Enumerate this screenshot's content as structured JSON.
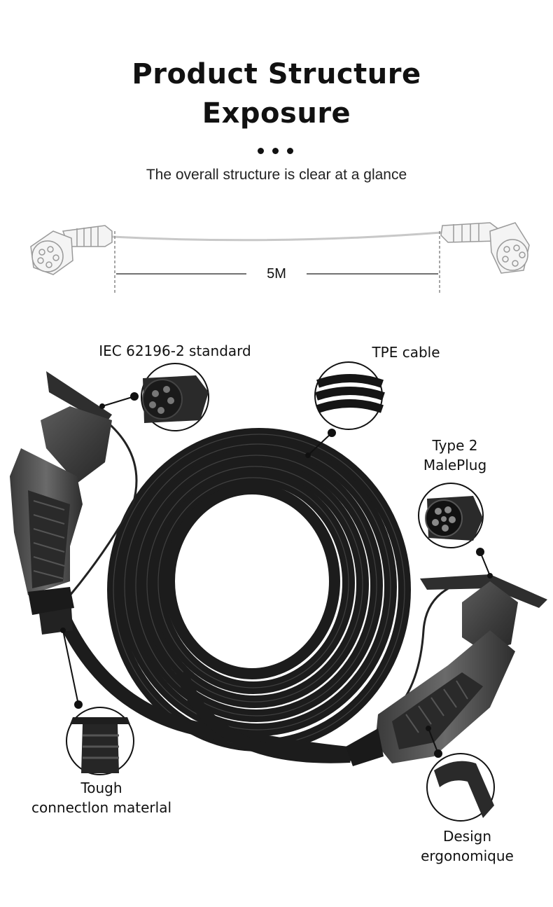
{
  "header": {
    "title_line1": "Product Structure",
    "title_line2": "Exposure",
    "subtitle": "The overall structure is clear at a glance"
  },
  "diagram": {
    "length_label": "5M"
  },
  "callouts": {
    "iec_standard": "IEC 62196-2 standard",
    "tpe_cable": "TPE cable",
    "type2_line1": "Type 2",
    "type2_line2": "MalePlug",
    "tough_line1": "Tough",
    "tough_line2": "connectlon materlal",
    "design_line1": "Design",
    "design_line2": "ergonomique"
  }
}
